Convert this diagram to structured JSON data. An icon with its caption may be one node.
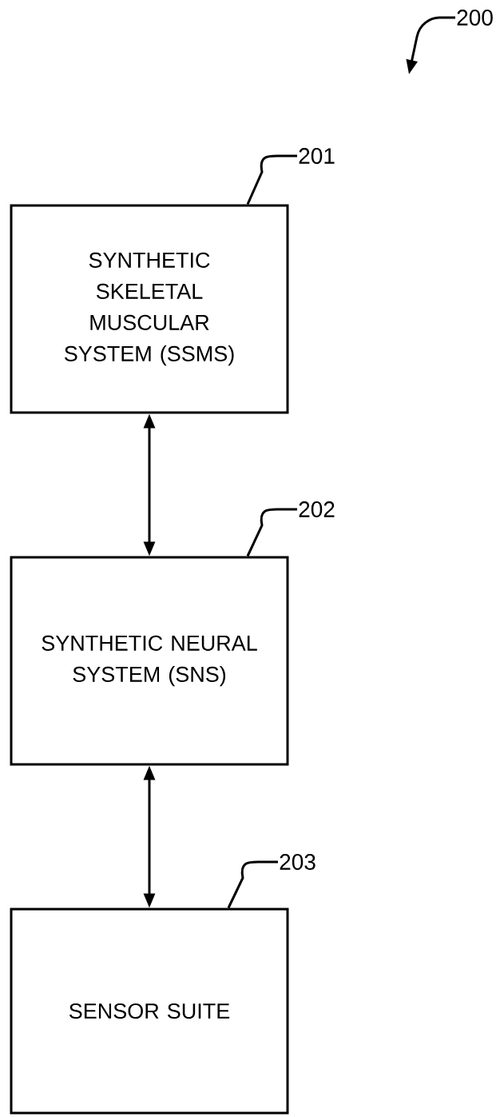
{
  "diagram": {
    "nodes": [
      {
        "text": [
          "200"
        ]
      },
      {
        "text": [
          "201"
        ]
      },
      {
        "text": [
          "SYNTHETIC SKELETAL MUSCULAR SYSTEM (SSMS)"
        ]
      },
      {
        "text": [
          "202"
        ]
      },
      {
        "text": [
          "SYNTHETIC NEURAL SYSTEM (SNS)"
        ]
      },
      {
        "text": [
          "203"
        ]
      },
      {
        "text": [
          "SENSOR SUITE"
        ]
      }
    ],
    "edges": [
      {
        "from": 0,
        "to": null,
        "arrow": "to"
      },
      {
        "from": 1,
        "to": 2,
        "arrow": "none"
      },
      {
        "from": 2,
        "to": 4,
        "arrow": "both"
      },
      {
        "from": 3,
        "to": 4,
        "arrow": "none"
      },
      {
        "from": 4,
        "to": 6,
        "arrow": "both"
      },
      {
        "from": 5,
        "to": 6,
        "arrow": "none"
      }
    ]
  }
}
